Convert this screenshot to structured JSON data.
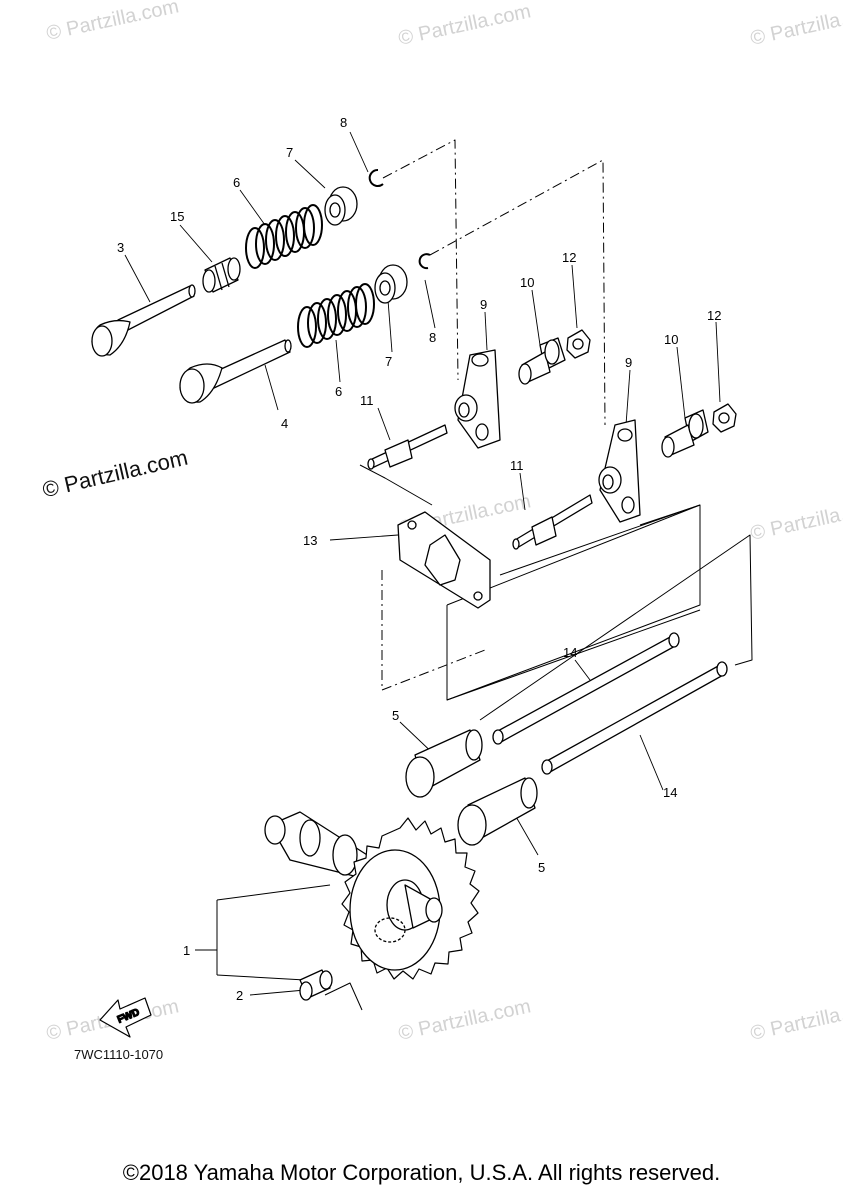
{
  "watermark": "© Partzilla.com",
  "brand_watermark": "© Partzilla.com",
  "diagram_code": "7WC1110-1070",
  "copyright": "©2018 Yamaha Motor Corporation, U.S.A. All rights reserved.",
  "fwd_label": "FWD",
  "callouts": {
    "c1": "1",
    "c2": "2",
    "c3": "3",
    "c4": "4",
    "c5a": "5",
    "c5b": "5",
    "c6a": "6",
    "c6b": "6",
    "c7a": "7",
    "c7b": "7",
    "c8a": "8",
    "c8b": "8",
    "c9a": "9",
    "c9b": "9",
    "c10a": "10",
    "c10b": "10",
    "c11a": "11",
    "c11b": "11",
    "c12a": "12",
    "c12b": "12",
    "c13": "13",
    "c14a": "14",
    "c14b": "14",
    "c15": "15"
  }
}
